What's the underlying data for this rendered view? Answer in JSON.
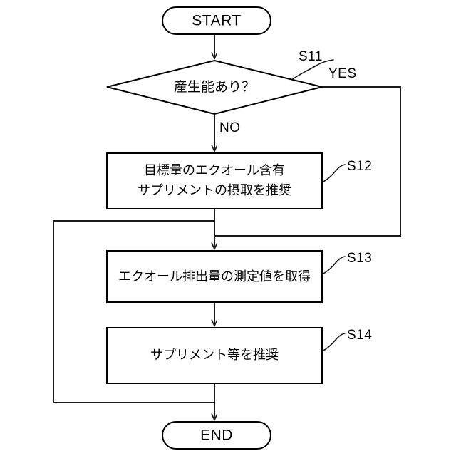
{
  "diagram": {
    "type": "flowchart",
    "title": "",
    "language": "ja",
    "background_color": "#ffffff",
    "line_color": "#1a1a1a",
    "text_color": "#000000"
  },
  "nodes": {
    "start": {
      "label": "START",
      "shape": "terminator"
    },
    "decision_s11": {
      "label": "産生能あり？",
      "shape": "diamond",
      "step": "S11"
    },
    "process_s12": {
      "line1": "目標量のエクオール含有",
      "line2": "サプリメントの摂取を推奨",
      "shape": "rectangle",
      "step": "S12"
    },
    "process_s13": {
      "line1": "エクオール排出量の測定値を取得",
      "shape": "rectangle",
      "step": "S13"
    },
    "process_s14": {
      "line1": "サプリメント等を推奨",
      "shape": "rectangle",
      "step": "S14"
    },
    "end": {
      "label": "END",
      "shape": "terminator"
    }
  },
  "branch_labels": {
    "yes": "YES",
    "no": "NO"
  },
  "step_labels": {
    "s11": "S11",
    "s12": "S12",
    "s13": "S13",
    "s14": "S14"
  }
}
